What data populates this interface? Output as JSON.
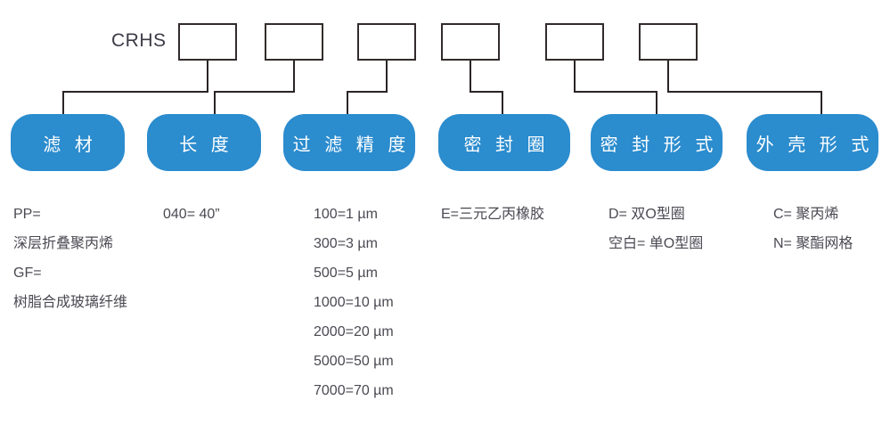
{
  "diagram": {
    "code_prefix": "CRHS",
    "segment_count": 6,
    "accent_color": "#2b8cce",
    "line_color": "#2b2424",
    "categories": [
      {
        "label": "滤  材",
        "name": "filter-material"
      },
      {
        "label": "长  度",
        "name": "length"
      },
      {
        "label": "过 滤 精 度",
        "name": "filtration-precision"
      },
      {
        "label": "密 封 圈",
        "name": "sealing-ring"
      },
      {
        "label": "密 封 形 式",
        "name": "sealing-type"
      },
      {
        "label": "外 壳 形 式",
        "name": "housing-type"
      }
    ],
    "legends": [
      {
        "name": "filter-material-legend",
        "items": [
          "PP=",
          "深层折叠聚丙烯",
          "GF=",
          "树脂合成玻璃纤维"
        ]
      },
      {
        "name": "length-legend",
        "items": [
          "040= 40”"
        ]
      },
      {
        "name": "filtration-precision-legend",
        "items": [
          "100=1 µm",
          "300=3 µm",
          "500=5 µm",
          "1000=10 µm",
          "2000=20 µm",
          "5000=50 µm",
          "7000=70 µm"
        ]
      },
      {
        "name": "sealing-ring-legend",
        "items": [
          "E=三元乙丙橡胶"
        ]
      },
      {
        "name": "sealing-type-legend",
        "items": [
          "D= 双O型圈",
          "空白= 单O型圈"
        ]
      },
      {
        "name": "housing-type-legend",
        "items": [
          "C= 聚丙烯",
          "N= 聚酯网格"
        ]
      }
    ]
  }
}
